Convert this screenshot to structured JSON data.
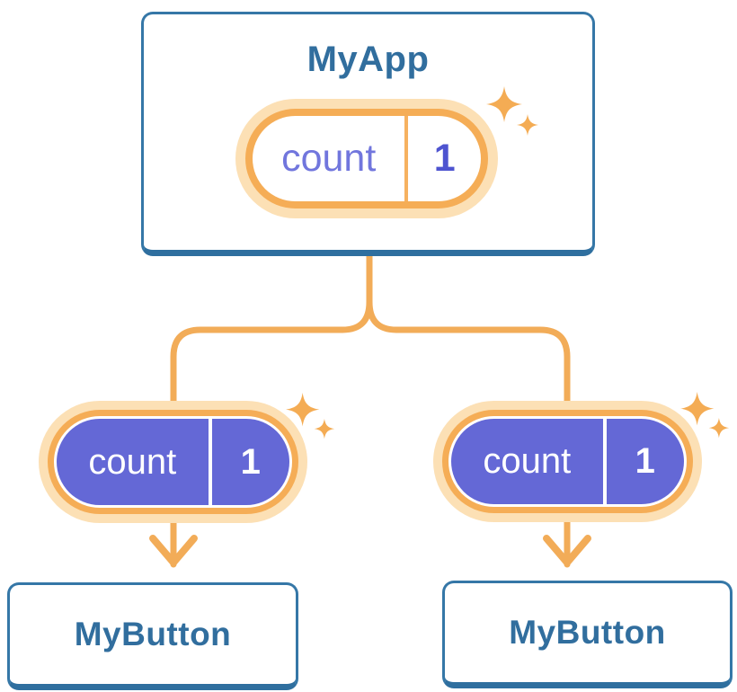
{
  "colors": {
    "background": "#FFFFFF",
    "card_border": "#3577A7",
    "card_border_bottom": "#2F6F9F",
    "title_text": "#316E9E",
    "connector_orange": "#F2AC58",
    "pill_ring_orange": "#F5AD56",
    "pill_ring_light": "#FCE0B5",
    "pill_fill_purple": "#6468D6",
    "state_label_purple": "#7176DD",
    "state_value_purple": "#4E54D0",
    "divider_orange": "#F6B160",
    "pill_text_white": "#FFFFFF",
    "sparkle_orange": "#F4AC54"
  },
  "root": {
    "title": "MyApp",
    "state_pill": {
      "label": "count",
      "value": "1"
    }
  },
  "children": [
    {
      "title": "MyButton",
      "prop_pill": {
        "label": "count",
        "value": "1"
      }
    },
    {
      "title": "MyButton",
      "prop_pill": {
        "label": "count",
        "value": "1"
      }
    }
  ]
}
